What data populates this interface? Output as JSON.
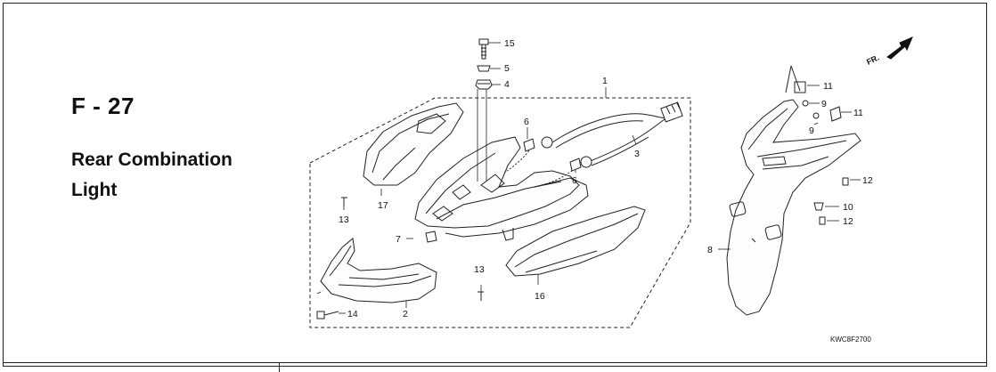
{
  "header": {
    "code": "F - 27",
    "title_line1": "Rear Combination",
    "title_line2": "Light"
  },
  "direction_label": "FR.",
  "figure_ref": "KWC8F2700",
  "callouts": {
    "c1": "1",
    "c2": "2",
    "c3": "3",
    "c4": "4",
    "c5": "5",
    "c6a": "6",
    "c6b": "6",
    "c7": "7",
    "c8": "8",
    "c9a": "9",
    "c9b": "9",
    "c10": "10",
    "c11a": "11",
    "c11b": "11",
    "c12a": "12",
    "c12b": "12",
    "c13a": "13",
    "c13b": "13",
    "c14": "14",
    "c15": "15",
    "c16": "16",
    "c17": "17"
  }
}
